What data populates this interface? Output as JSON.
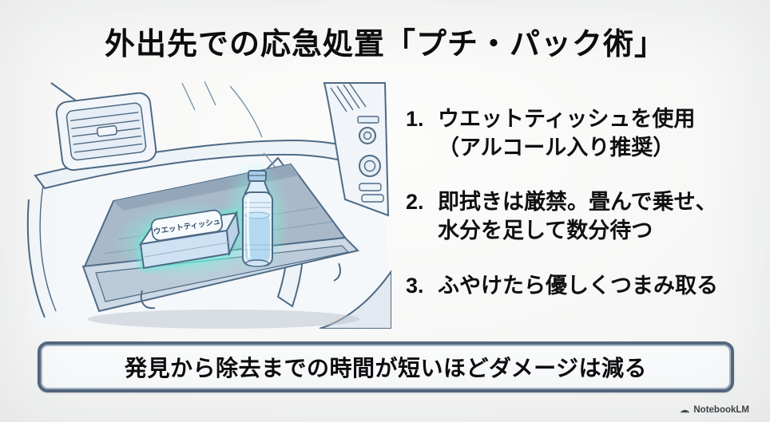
{
  "title": "外出先での応急処置「プチ・パック術」",
  "illustration": {
    "description": "open car glove box with glowing wet-tissue pack and water bottle",
    "tissue_pack_label": "ウエットティッシュ",
    "glow_color": "#5cf0d6",
    "line_color": "#4e6a85"
  },
  "steps": [
    {
      "num": "1.",
      "line1": "ウエットティッシュを使用",
      "line2": "（アルコール入り推奨）"
    },
    {
      "num": "2.",
      "line1": "即拭きは厳禁。畳んで乗せ、",
      "line2": "水分を足して数分待つ"
    },
    {
      "num": "3.",
      "line1": "ふやけたら優しくつまみ取る",
      "line2": ""
    }
  ],
  "banner": {
    "text": "発見から除去までの時間が短いほどダメージは減る",
    "border_color": "#54687e"
  },
  "watermark": {
    "text": "NotebookLM"
  }
}
